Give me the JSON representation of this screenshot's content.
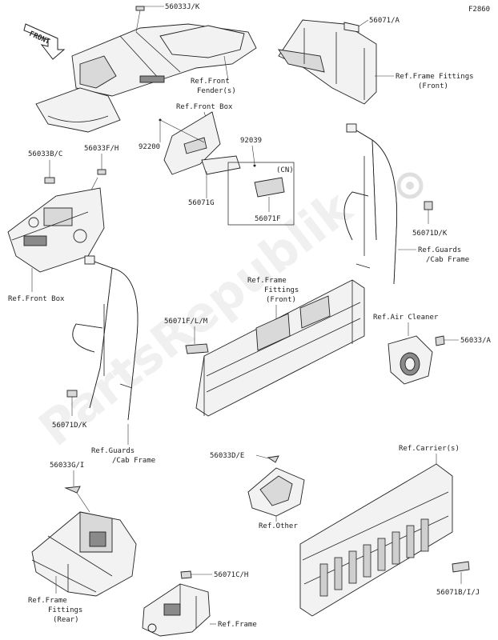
{
  "figure_code": "F2860",
  "watermark": "PartsRepublik",
  "front_badge": "FRONT",
  "labels": {
    "p56033JK": "56033J/K",
    "ref_front_fender_1": "Ref.Front",
    "ref_front_fender_2": "Fender(s)",
    "p56071A": "56071/A",
    "ref_ff_front_1": "Ref.Frame Fittings",
    "ref_ff_front_2": "(Front)",
    "ref_front_box_top": "Ref.Front Box",
    "p92200": "92200",
    "p92039": "92039",
    "cn": "(CN)",
    "p56071G": "56071G",
    "p56071F": "56071F",
    "p56033BC": "56033B/C",
    "p56033FH": "56033F/H",
    "ref_front_box_left": "Ref.Front Box",
    "p56071DK_right": "56071D/K",
    "ref_guards_right_1": "Ref.Guards",
    "ref_guards_right_2": "/Cab Frame",
    "ref_ff_mid_1": "Ref.Frame",
    "ref_ff_mid_2": "Fittings",
    "ref_ff_mid_3": "(Front)",
    "p56071FLM": "56071F/L/M",
    "ref_air_cleaner": "Ref.Air Cleaner",
    "p56033A": "56033/A",
    "p56071DK_left": "56071D/K",
    "ref_guards_left_1": "Ref.Guards",
    "ref_guards_left_2": "/Cab Frame",
    "p56033GI": "56033G/I",
    "p56033DE": "56033D/E",
    "ref_other": "Ref.Other",
    "ref_carriers": "Ref.Carrier(s)",
    "ref_ff_rear_1": "Ref.Frame",
    "ref_ff_rear_2": "Fittings",
    "ref_ff_rear_3": "(Rear)",
    "p56071CH": "56071C/H",
    "ref_frame": "Ref.Frame",
    "p56071BIJ": "56071B/I/J"
  }
}
